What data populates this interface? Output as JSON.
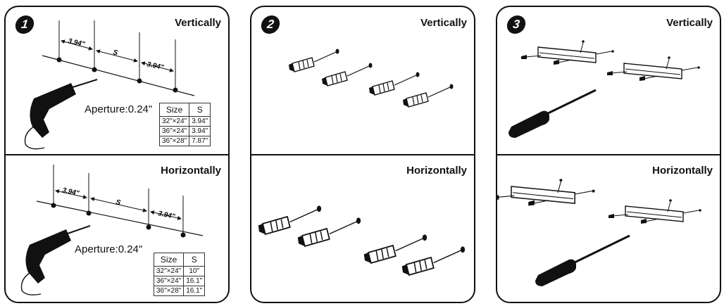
{
  "panels": [
    {
      "step": "1",
      "top": {
        "orientation": "Vertically",
        "dims": [
          "3.94\"",
          "S",
          "3.94\""
        ],
        "aperture": "Aperture:0.24\"",
        "table": {
          "headers": [
            "Size",
            "S"
          ],
          "rows": [
            [
              "32\"×24\"",
              "3.94\""
            ],
            [
              "36\"×24\"",
              "3.94\""
            ],
            [
              "36\"×28\"",
              "7.87\""
            ]
          ]
        }
      },
      "bottom": {
        "orientation": "Horizontally",
        "dims": [
          "3.94\"",
          "S",
          "3.94\""
        ],
        "aperture": "Aperture:0.24\"",
        "table": {
          "headers": [
            "Size",
            "S"
          ],
          "rows": [
            [
              "32\"×24\"",
              "10\""
            ],
            [
              "36\"×24\"",
              "16.1\""
            ],
            [
              "36\"×28\"",
              "16.1\""
            ]
          ]
        }
      }
    },
    {
      "step": "2",
      "top": {
        "orientation": "Vertically"
      },
      "bottom": {
        "orientation": "Horizontally"
      }
    },
    {
      "step": "3",
      "top": {
        "orientation": "Vertically"
      },
      "bottom": {
        "orientation": "Horizontally"
      }
    }
  ]
}
